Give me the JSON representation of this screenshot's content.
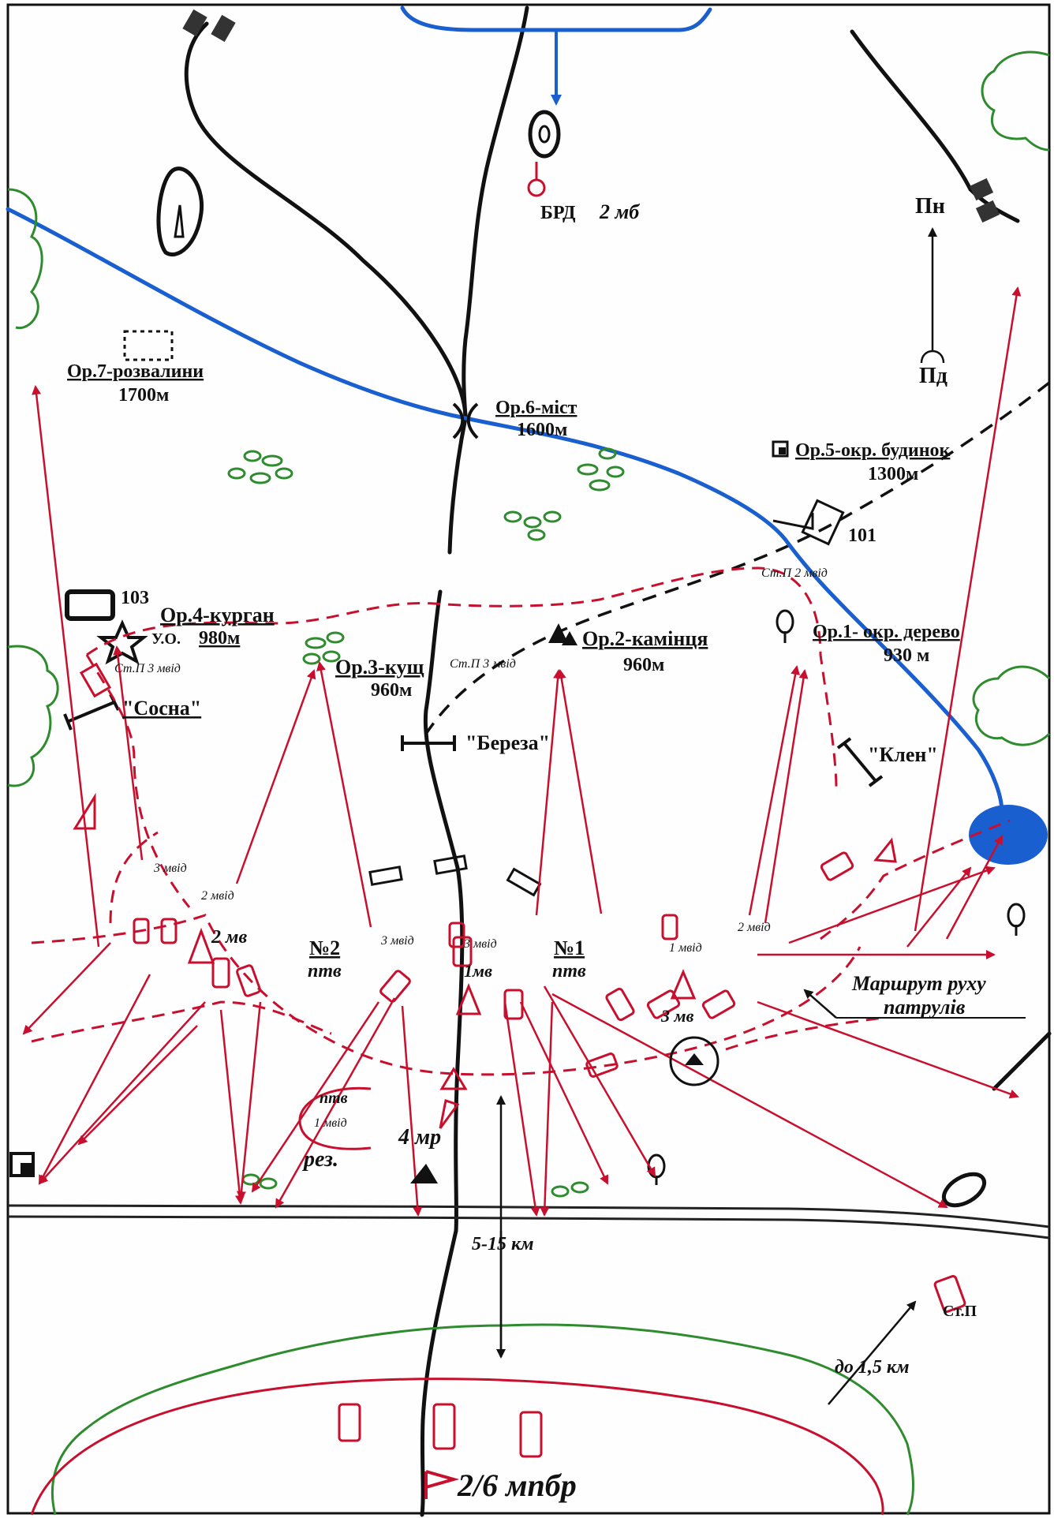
{
  "map": {
    "north_label": "Пн",
    "south_label": "Пд",
    "colors": {
      "road": "#111111",
      "river": "#1a5fd0",
      "forest": "#2e8b2e",
      "own_forces": "#c8102e"
    },
    "landmarks": [
      {
        "id": "op7",
        "name": "Ор.7-розвалини",
        "distance": "1700м"
      },
      {
        "id": "op6",
        "name": "Ор.6-міст",
        "distance": "1600м"
      },
      {
        "id": "op5",
        "name": "Ор.5-окр. будинок",
        "distance": "1300м"
      },
      {
        "id": "op4",
        "name": "Ор.4-курган",
        "distance": "980м"
      },
      {
        "id": "op3",
        "name": "Ор.3-кущ",
        "distance": "960м"
      },
      {
        "id": "op2",
        "name": "Ор.2-камінця",
        "distance": "960м"
      },
      {
        "id": "op1",
        "name": "Ор.1- окр. дерево",
        "distance": "930 м"
      }
    ],
    "labels": {
      "brd": "БРД",
      "brd_unit": "2 мб",
      "n101": "101",
      "n103": "103",
      "uo": "У.О.",
      "sosna": "\"Сосна\"",
      "bereza": "\"Береза\"",
      "klen": "\"Клен\"",
      "stp_3mvid_left": "Ст.П 3 мвід",
      "stp_3mvid_mid": "Ст.П 3 мвід",
      "stp_2mvid": "Ст.П 2 мвід",
      "stp_bottom": "Ст.П",
      "mvid3_a": "3 мвід",
      "mvid2": "2 мвід",
      "mv2": "2 мв",
      "mvid3_b": "3 мвід",
      "mvid3_c": "3 мвід",
      "mvid1_a": "1 мвід",
      "mvid2_b": "2 мвід",
      "n2": "№2",
      "ptv2": "птв",
      "n1": "№1",
      "ptv1": "птв",
      "mv1": "1мв",
      "mv3": "3 мв",
      "patrol_route_1": "Маршрут руху",
      "patrol_route_2": "патрулів",
      "ptv_res": "птв",
      "mvid1_res": "1 мвід",
      "rez": "рез.",
      "mr4": "4 мр",
      "dist_5_15": "5-15 км",
      "dist_1_5": "до 1,5 км",
      "brigade": "2/6 мпбр"
    }
  }
}
